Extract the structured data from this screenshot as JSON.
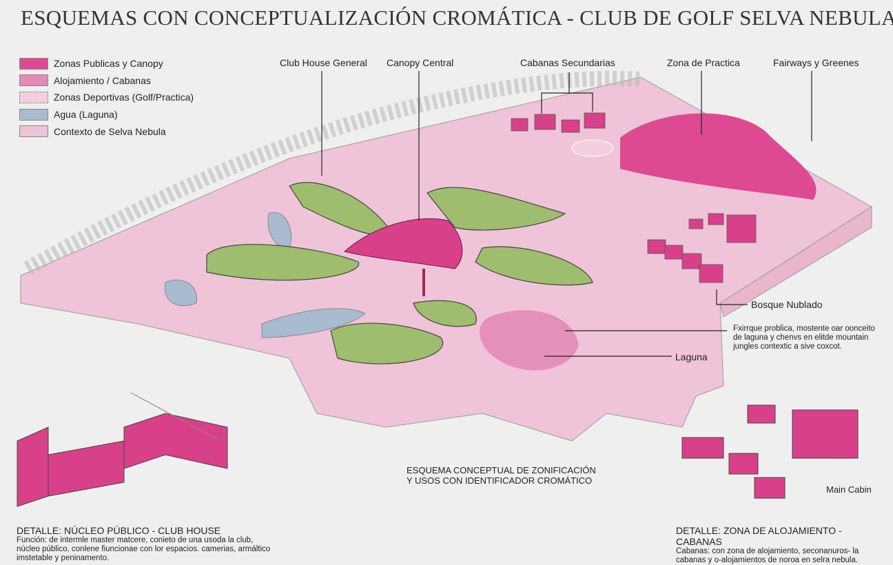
{
  "title": "ESQUEMAS CON CONCEPTUALIZACIÓN CROMÁTICA - CLUB DE GOLF SELVA NEBULA",
  "legend": [
    {
      "label": "Zonas Publicas y Canopy",
      "color": "#df4b92"
    },
    {
      "label": "Alojamiento / Cabanas",
      "color": "#e48bb4"
    },
    {
      "label": "Zonas Deportivas (Golf/Practica)",
      "color": "#f3cfe0"
    },
    {
      "label": "Agua (Laguna)",
      "color": "#a9bccf"
    },
    {
      "label": "Contexto de Selva Nebula",
      "color": "#edc3d8"
    }
  ],
  "callouts": {
    "club_house": "Club House General",
    "canopy": "Canopy Central",
    "cabanas_sec": "Cabanas Secundarias",
    "practica": "Zona de Practica",
    "fairways": "Fairways y Greenes",
    "bosque": "Bosque Nublado",
    "laguna": "Laguna",
    "laguna_note": "Fxirrque problica, mostente oar oonceito de laguna y chenvs en elitde mountain jungles contextic a sive coxcot.",
    "main_cabin": "Main Cabin"
  },
  "center_caption": {
    "line1": "ESQUEMA CONCEPTUAL DE ZONIFICACIÓN",
    "line2": "Y USOS CON IDENTIFICADOR CROMÁTICO"
  },
  "detail_left": {
    "title": "DETALLE: NÚCLEO PÚBLICO - CLUB HOUSE",
    "text": "Función: de intermle master matcere, conieto de una usoda la club, núcleo público, conlene fiuncionae con lor espacios. camerias, armáltico imstetable y peninamento."
  },
  "detail_right": {
    "title": "DETALLE: ZONA DE ALOJAMIENTO - CABANAS",
    "text": "Cabanas: con zona de alojamiento, seconanuros- la cabanas y o-alojamientos de noroa en selra nebula."
  },
  "colors": {
    "green": "#9fbd6e",
    "magenta": "#d9408a",
    "pink": "#efc4d8",
    "water": "#a9bccf"
  }
}
